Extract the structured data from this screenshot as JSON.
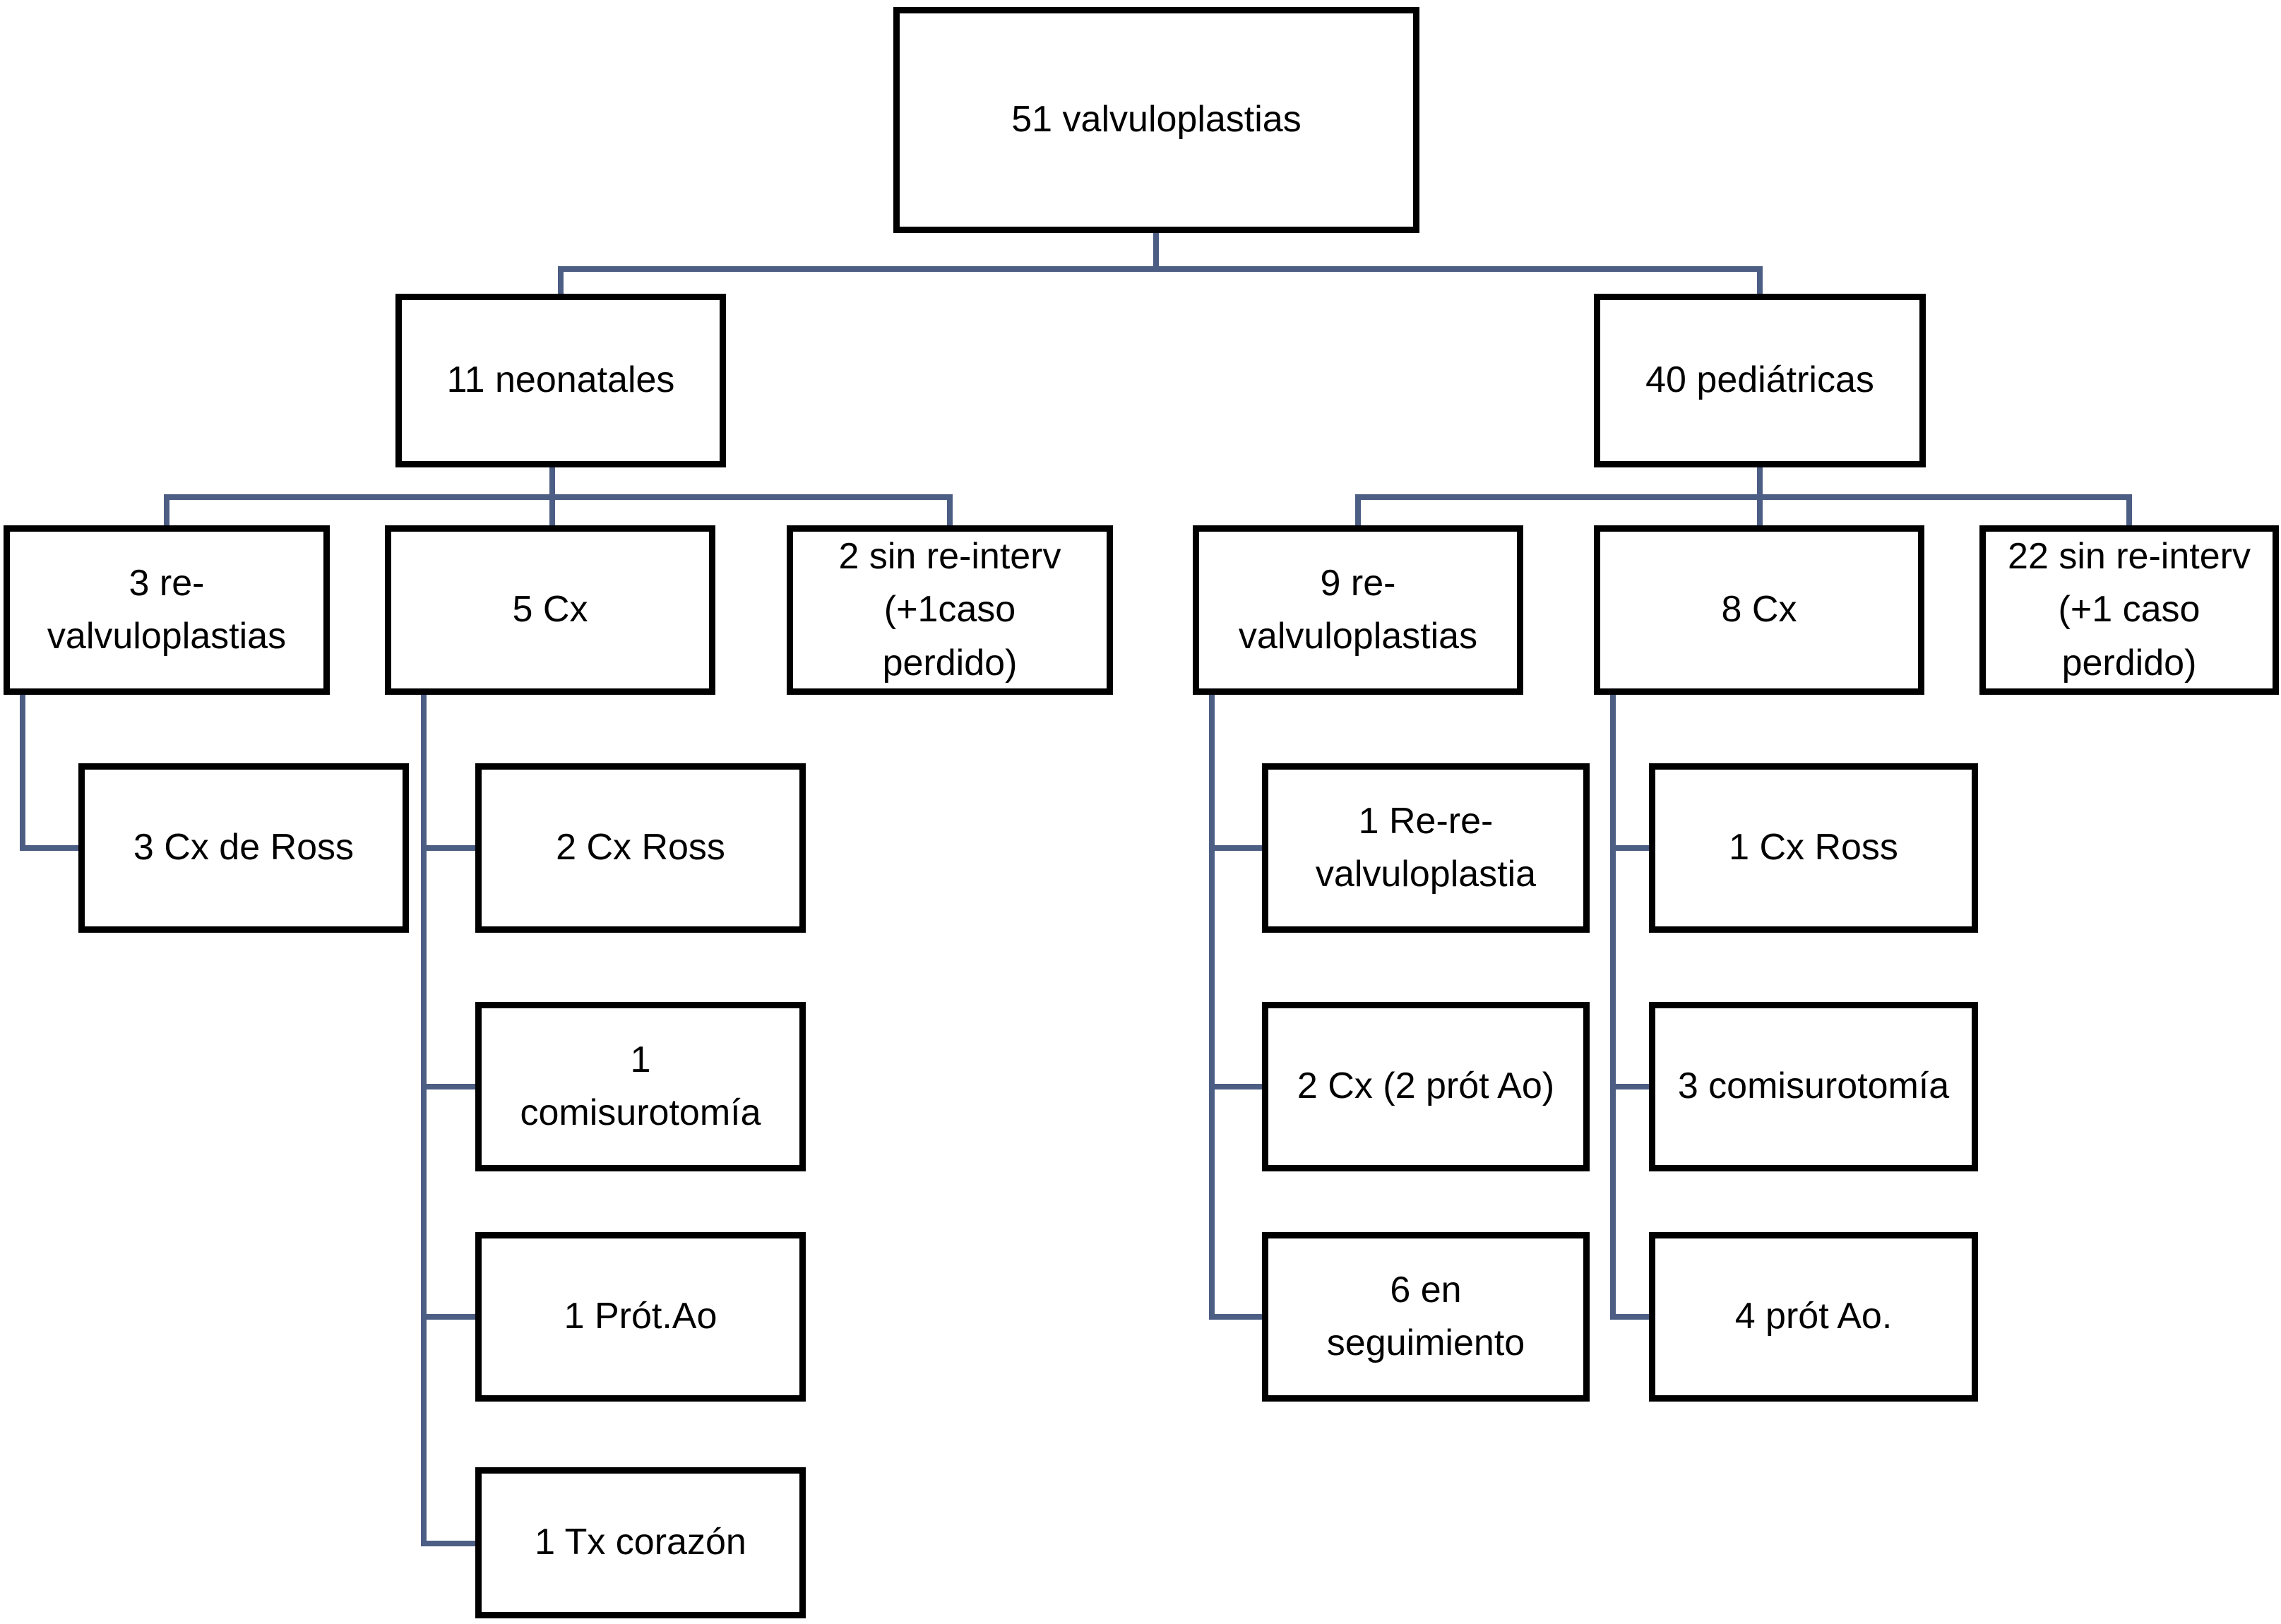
{
  "colors": {
    "connector": "#4d5e85",
    "box_border": "#000000",
    "background": "#ffffff",
    "text": "#000000"
  },
  "nodes": {
    "total": {
      "label": "51 valvuloplastias"
    },
    "neonatales": {
      "label": "11 neonatales"
    },
    "pediatricas": {
      "label": "40 pediátricas"
    },
    "neo_revalvuloplastias": {
      "label": "3 re-\nvalvuloplastias"
    },
    "neo_cx": {
      "label": "5 Cx"
    },
    "neo_sin_reinterv": {
      "label": "2 sin re-interv\n(+1caso\nperdido)"
    },
    "neo_cx_de_ross": {
      "label": "3 Cx de Ross"
    },
    "neo_cx_ross": {
      "label": "2 Cx Ross"
    },
    "neo_comisurotomia": {
      "label": "1\ncomisurotomía"
    },
    "neo_prot_ao": {
      "label": "1 Prót.Ao"
    },
    "neo_tx_corazon": {
      "label": "1 Tx corazón"
    },
    "ped_revalvuloplastias": {
      "label": "9 re-\nvalvuloplastias"
    },
    "ped_cx": {
      "label": "8 Cx"
    },
    "ped_sin_reinterv": {
      "label": "22 sin re-interv\n(+1 caso\nperdido)"
    },
    "ped_re_re_valvuloplastia": {
      "label": "1 Re-re-\nvalvuloplastia"
    },
    "ped_cx_2prot_ao": {
      "label": "2 Cx (2 prót Ao)"
    },
    "ped_en_seguimiento": {
      "label": "6 en\nseguimiento"
    },
    "ped_cx_ross": {
      "label": "1 Cx Ross"
    },
    "ped_comisurotomia": {
      "label": "3 comisurotomía"
    },
    "ped_prot_ao": {
      "label": "4 prót Ao."
    }
  }
}
